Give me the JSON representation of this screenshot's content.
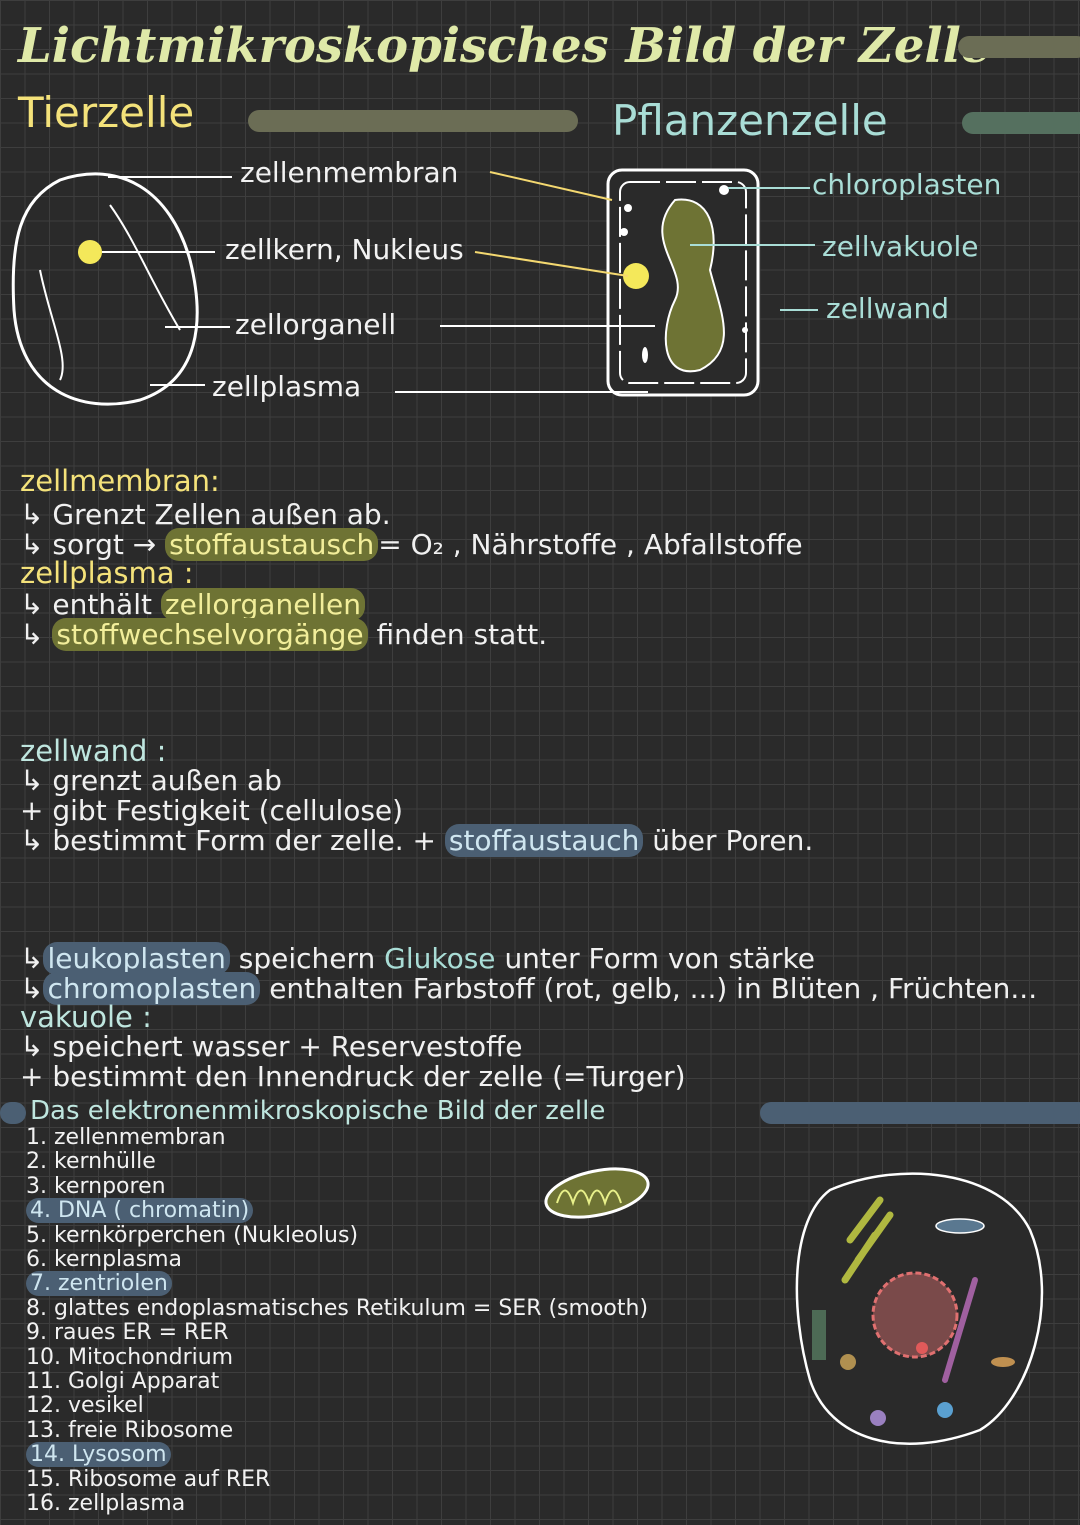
{
  "title": "Lichtmikroskopisches Bild der Zelle",
  "tierzelle": {
    "heading": "Tierzelle",
    "labels": [
      "zellenmembran",
      "zellkern, Nukleus",
      "zellorganell",
      "zellplasma"
    ]
  },
  "pflanzenzelle": {
    "heading": "Pflanzenzelle",
    "labels": [
      "chloroplasten",
      "zellvakuole",
      "zellwand"
    ]
  },
  "notes1": {
    "zellmembran_head": "zellmembran:",
    "l1_arrow": "↳",
    "l1": "Grenzt Zellen außen ab.",
    "l2_pre": "↳ sorgt →",
    "l2_hl": "stoffaustausch",
    "l2_post": "= O₂ , Nährstoffe , Abfallstoffe",
    "zellplasma_head": "zellplasma :",
    "l3_pre": "↳ enthält",
    "l3_hl": "zellorganellen",
    "l4_pre": "↳",
    "l4_hl": "stoffwechselvorgänge",
    "l4_post": "finden statt."
  },
  "notes2": {
    "zellwand_head": "zellwand :",
    "l1": "↳ grenzt außen ab",
    "l2": "+ gibt Festigkeit (cellulose)",
    "l3_pre": "↳ bestimmt Form der zelle. +",
    "l3_hl": "stoffaustauch",
    "l3_post": "über Poren."
  },
  "notes3": {
    "l1_pre": "↳",
    "l1_hl": "leukoplasten",
    "l1_mid": "speichern",
    "l1_cy": "Glukose",
    "l1_post": "unter Form von stärke",
    "l2_pre": "↳",
    "l2_hl": "chromoplasten",
    "l2_post": "enthalten Farbstoff (rot, gelb, ...) in Blüten , Früchten...",
    "vakuole_head": "vakuole :",
    "l3": "↳ speichert wasser + Reservestoffe",
    "l4": "+ bestimmt den Innendruck der zelle (=Turger)"
  },
  "em": {
    "heading": "Das elektronenmikroskopische Bild der zelle",
    "items": [
      {
        "text": "1. zellenmembran",
        "hl": false
      },
      {
        "text": "2. kernhülle",
        "hl": false
      },
      {
        "text": "3. kernporen",
        "hl": false
      },
      {
        "text": "4. DNA ( chromatin)",
        "hl": true
      },
      {
        "text": "5. kernkörperchen (Nukleolus)",
        "hl": false
      },
      {
        "text": "6. kernplasma",
        "hl": false
      },
      {
        "text": "7. zentriolen",
        "hl": true
      },
      {
        "text": "8. glattes endoplasmatisches Retikulum = SER (smooth)",
        "hl": false
      },
      {
        "text": "9. raues ER = RER",
        "hl": false
      },
      {
        "text": "10. Mitochondrium",
        "hl": false
      },
      {
        "text": "11. Golgi Apparat",
        "hl": false
      },
      {
        "text": "12. vesikel",
        "hl": false
      },
      {
        "text": "13. freie Ribosome",
        "hl": false
      },
      {
        "text": "14. Lysosom",
        "hl": true
      },
      {
        "text": "15. Ribosome auf RER",
        "hl": false
      },
      {
        "text": "16. zellplasma",
        "hl": false
      }
    ]
  },
  "colors": {
    "background": "#2a2a2a",
    "yellow": "#f4e27a",
    "olive_highlight": "#6e7334",
    "blue_highlight": "#4b5f73",
    "cyan": "#a9ddd6"
  }
}
